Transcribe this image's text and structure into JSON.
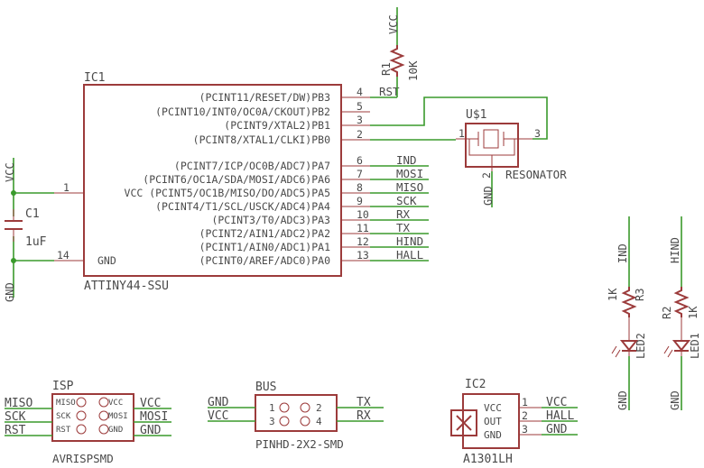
{
  "colors": {
    "symbol": "#9c3b3b",
    "net": "#3a9a2c",
    "text": "#4a4a4a",
    "background": "#ffffff"
  },
  "ic1": {
    "name": "IC1",
    "value": "ATTINY44-SSU",
    "pins": [
      {
        "num": "4",
        "func": "(PCINT11/RESET/DW)PB3",
        "net": "RST"
      },
      {
        "num": "5",
        "func": "(PCINT10/INT0/OC0A/CKOUT)PB2",
        "net": ""
      },
      {
        "num": "3",
        "func": "(PCINT9/XTAL2)PB1",
        "net": ""
      },
      {
        "num": "2",
        "func": "(PCINT8/XTAL1/CLKI)PB0",
        "net": ""
      },
      {
        "num": "6",
        "func": "(PCINT7/ICP/OC0B/ADC7)PA7",
        "net": "IND"
      },
      {
        "num": "7",
        "func": "(PCINT6/OC1A/SDA/MOSI/ADC6)PA6",
        "net": "MOSI"
      },
      {
        "num": "8",
        "func": "VCC (PCINT5/OC1B/MISO/DO/ADC5)PA5",
        "net": "MISO"
      },
      {
        "num": "9",
        "func": "(PCINT4/T1/SCL/USCK/ADC4)PA4",
        "net": "SCK"
      },
      {
        "num": "10",
        "func": "(PCINT3/T0/ADC3)PA3",
        "net": "RX"
      },
      {
        "num": "11",
        "func": "(PCINT2/AIN1/ADC2)PA2",
        "net": "TX"
      },
      {
        "num": "12",
        "func": "(PCINT1/AIN0/ADC1)PA1",
        "net": "HIND"
      },
      {
        "num": "13",
        "func": "(PCINT0/AREF/ADC0)PA0",
        "net": "HALL"
      }
    ],
    "left_pins": [
      {
        "num": "1",
        "func": "",
        "net": "VCC"
      },
      {
        "num": "14",
        "func": "GND",
        "net": "GND"
      }
    ]
  },
  "c1": {
    "name": "C1",
    "value": "1uF",
    "top_net": "VCC",
    "bottom_net": "GND"
  },
  "r1": {
    "name": "R1",
    "value": "10K",
    "supply": "VCC"
  },
  "resonator": {
    "name": "U$1",
    "value": "RESONATOR",
    "pin1": "1",
    "pin2": "2",
    "pin3": "3",
    "gnd": "GND"
  },
  "r3": {
    "name": "R3",
    "value": "1K",
    "net": "IND"
  },
  "r2": {
    "name": "R2",
    "value": "1K",
    "net": "HIND"
  },
  "led2": {
    "name": "LED2",
    "gnd": "GND"
  },
  "led1": {
    "name": "LED1",
    "gnd": "GND"
  },
  "isp": {
    "name": "ISP",
    "value": "AVRISPSMD",
    "left": [
      {
        "inner": "MISO",
        "net": "MISO"
      },
      {
        "inner": "SCK",
        "net": "SCK"
      },
      {
        "inner": "RST",
        "net": "RST"
      }
    ],
    "right": [
      {
        "inner": "VCC",
        "net": "VCC"
      },
      {
        "inner": "MOSI",
        "net": "MOSI"
      },
      {
        "inner": "GND",
        "net": "GND"
      }
    ]
  },
  "bus": {
    "name": "BUS",
    "value": "PINHD-2X2-SMD",
    "left": [
      {
        "num": "1",
        "net": "GND"
      },
      {
        "num": "3",
        "net": "VCC"
      }
    ],
    "right": [
      {
        "num": "2",
        "net": "TX"
      },
      {
        "num": "4",
        "net": "RX"
      }
    ]
  },
  "ic2": {
    "name": "IC2",
    "value": "A1301LH",
    "pins": [
      {
        "num": "1",
        "func": "VCC",
        "net": "VCC"
      },
      {
        "num": "2",
        "func": "OUT",
        "net": "HALL"
      },
      {
        "num": "3",
        "func": "GND",
        "net": "GND"
      }
    ]
  }
}
